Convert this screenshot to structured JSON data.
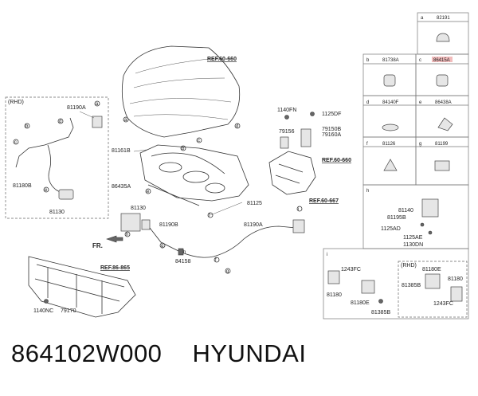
{
  "footer": {
    "part_number": "864102W000",
    "brand": "HYUNDAI"
  },
  "refs": [
    "REF.60-660",
    "REF.60-660",
    "REF.60-667",
    "REF.86-865"
  ],
  "rhd_label": "(RHD)",
  "fr_label": "FR.",
  "main_labels": [
    "81190A",
    "81180B",
    "81130",
    "81161B",
    "86435A",
    "81125",
    "81130",
    "81190B",
    "84158",
    "81190A",
    "1140FN",
    "1125DF",
    "79156",
    "79150B",
    "79160A",
    "1140NC",
    "79170"
  ],
  "callouts": [
    "a",
    "b",
    "c",
    "d",
    "e",
    "f",
    "g",
    "h",
    "i",
    "a",
    "b",
    "c",
    "d",
    "e",
    "f",
    "g",
    "h"
  ],
  "keys": [
    {
      "letter": "a",
      "part": "82191"
    },
    {
      "letter": "b",
      "part": "81738A"
    },
    {
      "letter": "c",
      "part": "86415A"
    },
    {
      "letter": "d",
      "part": "84140F"
    },
    {
      "letter": "e",
      "part": "86438A"
    },
    {
      "letter": "f",
      "part": "81126"
    },
    {
      "letter": "g",
      "part": "81199"
    }
  ],
  "h_panel": {
    "letter": "h",
    "labels": [
      "81140",
      "81195B",
      "1125AD",
      "1125AE",
      "1130DN"
    ]
  },
  "i_panel": {
    "letter": "i",
    "rhd": "(RHD)",
    "labels": [
      "1243FC",
      "81180",
      "81180E",
      "81180E",
      "81385B",
      "81385B",
      "81180",
      "1243FC"
    ]
  }
}
